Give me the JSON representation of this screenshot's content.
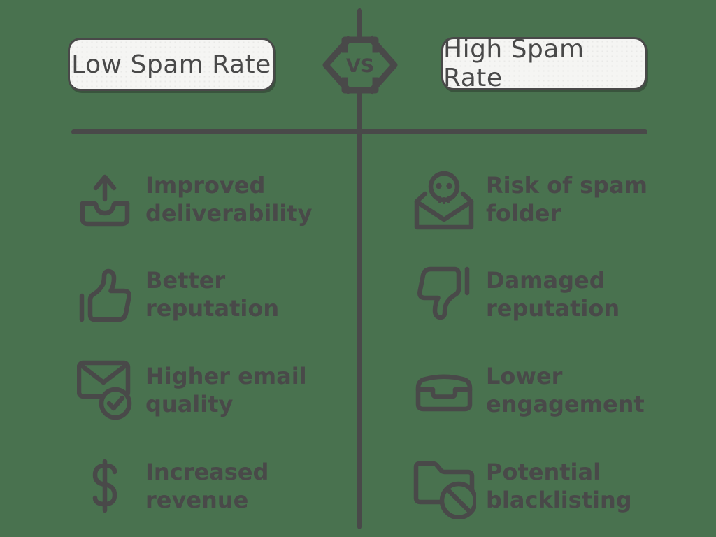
{
  "theme": {
    "bg": "#49724F",
    "ink": "#494949",
    "panel": "#F5F5F3"
  },
  "header": {
    "left_label": "Low Spam Rate",
    "vs_label": "VS",
    "right_label": "High Spam Rate"
  },
  "columns": {
    "left": {
      "items": [
        {
          "icon": "outbox-arrow-up-icon",
          "line1": "Improved",
          "line2": "deliverability"
        },
        {
          "icon": "thumbs-up-icon",
          "line1": "Better",
          "line2": "reputation"
        },
        {
          "icon": "email-check-icon",
          "line1": "Higher email",
          "line2": "quality"
        },
        {
          "icon": "dollar-sign-icon",
          "line1": "Increased",
          "line2": "revenue"
        }
      ]
    },
    "right": {
      "items": [
        {
          "icon": "spam-skull-envelope-icon",
          "line1": "Risk of spam",
          "line2": "folder"
        },
        {
          "icon": "thumbs-down-icon",
          "line1": "Damaged",
          "line2": "reputation"
        },
        {
          "icon": "inbox-tray-icon",
          "line1": "Lower",
          "line2": "engagement"
        },
        {
          "icon": "blocked-folder-icon",
          "line1": "Potential",
          "line2": "blacklisting"
        }
      ]
    }
  }
}
